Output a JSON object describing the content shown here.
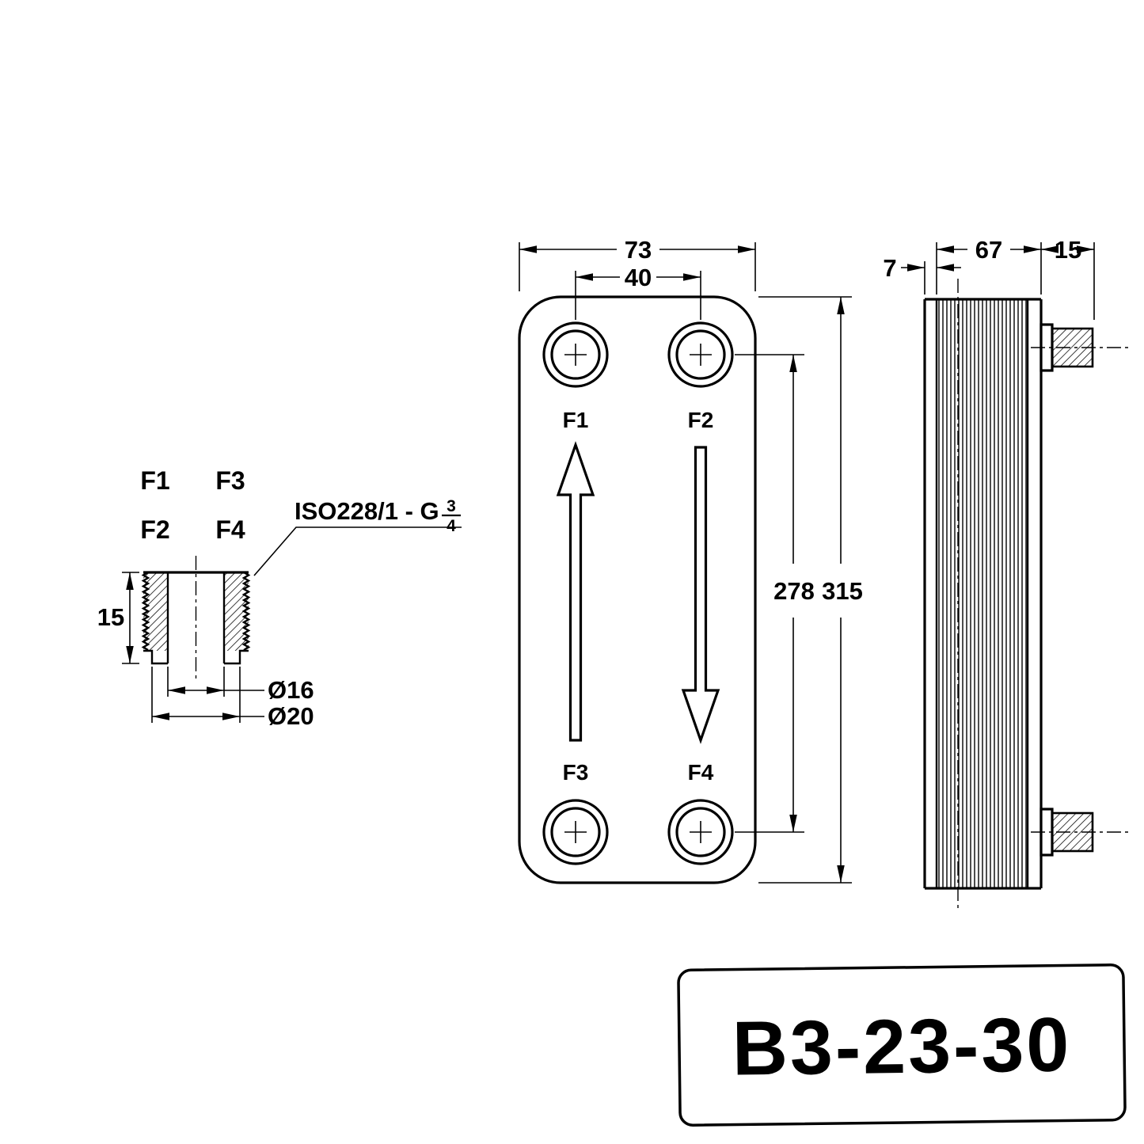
{
  "drawing": {
    "fitting": {
      "labels": [
        "F1",
        "F3",
        "F2",
        "F4"
      ],
      "thread_prefix": "ISO228/1 - G",
      "thread_num": "3",
      "thread_den": "4",
      "dim_height": "15",
      "dim_bore": "Ø16",
      "dim_outer": "Ø20"
    },
    "front": {
      "ports": [
        "F1",
        "F2",
        "F3",
        "F4"
      ],
      "dim_width": "73",
      "dim_ports_x": "40",
      "dim_ports_y": "278",
      "dim_height": "315"
    },
    "side": {
      "dim_cover": "7",
      "dim_pack": "67",
      "dim_nozzle": "15"
    },
    "model": "B3-23-30",
    "colors": {
      "line": "#000000",
      "background": "#ffffff"
    }
  }
}
